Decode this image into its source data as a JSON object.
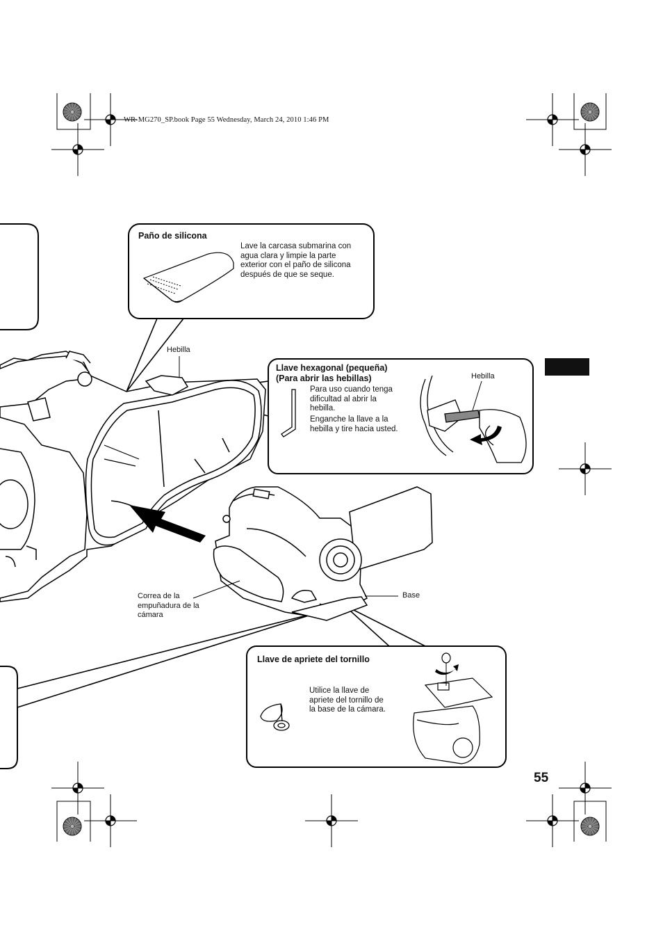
{
  "print_info": "WR-MG270_SP.book  Page 55  Wednesday, March 24, 2010  1:46 PM",
  "page_number": "55",
  "silicone_cloth": {
    "title": "Paño de silicona",
    "text": "Lave la carcasa submarina con\nagua clara y limpie la parte\nexterior con el paño de silicona\ndespués de que se seque."
  },
  "hex_key": {
    "title_line1": "Llave hexagonal (pequeña)",
    "title_line2": "(Para abrir las hebillas)",
    "text_1": "Para uso cuando tenga\ndificultad al abrir la\nhebilla.",
    "text_2": "Enganche la llave a la\nhebilla y tire hacia usted.",
    "buckle_label": "Hebilla"
  },
  "screw_key": {
    "title": "Llave de apriete del tornillo",
    "text": "Utilice la llave de\napriete del tornillo de\nla base de la cámara."
  },
  "labels": {
    "buckle": "Hebilla",
    "grip_strap": "Correa de la\nempuñadura de la\ncámara",
    "base": "Base"
  },
  "icons": [
    "registration-mark-icon",
    "crop-mark-icon",
    "arrow-icon",
    "rotate-arrow-icon"
  ]
}
